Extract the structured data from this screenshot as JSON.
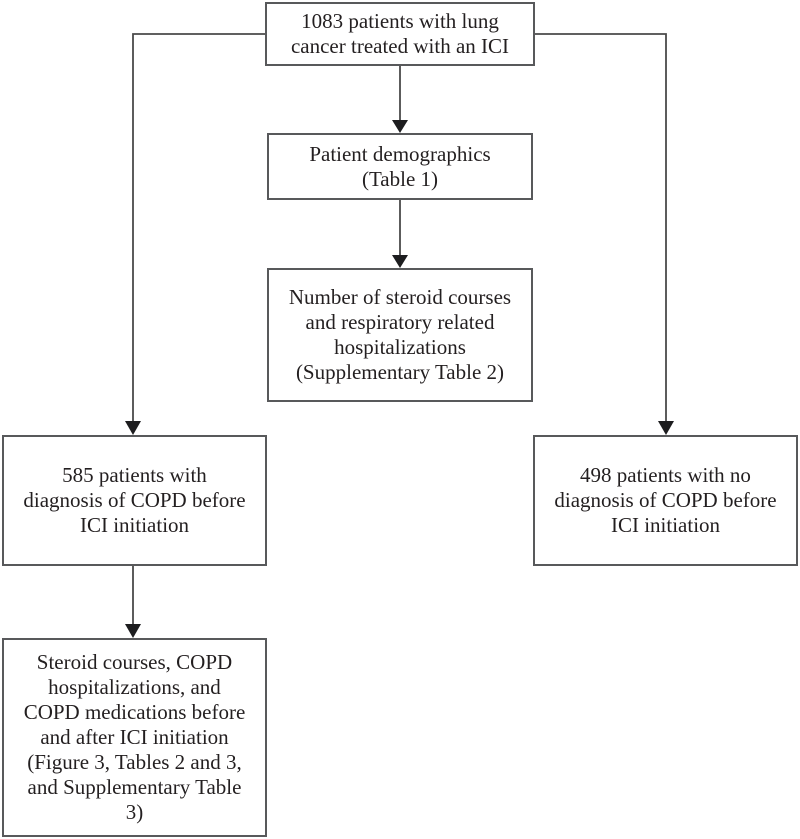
{
  "diagram": {
    "type": "flowchart",
    "nodes": {
      "total": {
        "id": "total",
        "lines": [
          "1083 patients with lung",
          "cancer treated with an ICI"
        ]
      },
      "demographics": {
        "id": "demographics",
        "lines": [
          "Patient demographics",
          "(Table 1)"
        ]
      },
      "steroid_courses": {
        "id": "steroid_courses",
        "lines": [
          "Number of steroid courses",
          "and respiratory related",
          "hospitalizations",
          "(Supplementary Table 2)"
        ]
      },
      "copd": {
        "id": "copd",
        "lines": [
          "585 patients with",
          "diagnosis of COPD before",
          "ICI initiation"
        ]
      },
      "no_copd": {
        "id": "no_copd",
        "lines": [
          "498 patients with no",
          "diagnosis of COPD before",
          "ICI initiation"
        ]
      },
      "outcomes": {
        "id": "outcomes",
        "lines": [
          "Steroid courses, COPD",
          "hospitalizations, and",
          "COPD medications before",
          "and after ICI initiation",
          "(Figure 3, Tables 2 and 3,",
          "and Supplementary Table",
          "3)"
        ]
      }
    },
    "edges": [
      {
        "from": "total",
        "to": "demographics",
        "style": "arrow"
      },
      {
        "from": "demographics",
        "to": "steroid_courses",
        "style": "arrow"
      },
      {
        "from": "total",
        "to": "copd",
        "style": "elbow-arrow"
      },
      {
        "from": "total",
        "to": "no_copd",
        "style": "elbow-arrow"
      },
      {
        "from": "copd",
        "to": "outcomes",
        "style": "arrow"
      }
    ],
    "colors": {
      "background": "#ffffff",
      "box_border": "#58595b",
      "connector_line": "#4a4a4a",
      "arrowhead": "#1d1d1f",
      "text": "#231f20"
    }
  }
}
